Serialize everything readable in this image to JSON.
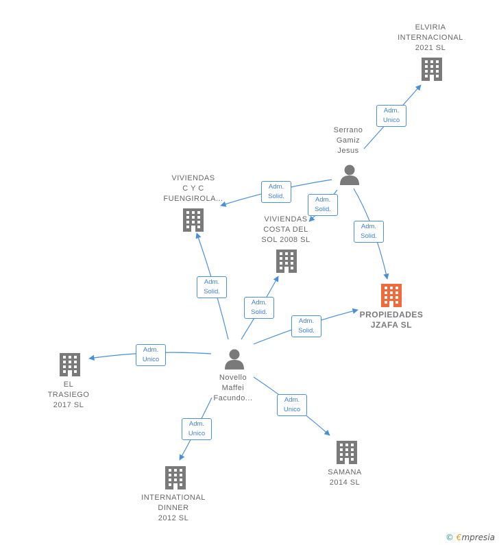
{
  "colors": {
    "edge": "#4a90d9",
    "company": "#7a7a7a",
    "company_main": "#f26a3a",
    "person": "#7a7a7a"
  },
  "nodes": {
    "elviria": [
      "ELVIRIA",
      "INTERNACIONAL",
      "2021  SL"
    ],
    "serrano": [
      "Serrano",
      "Gamiz",
      "Jesus"
    ],
    "viviendas_cyc": [
      "VIVIENDAS",
      "C Y C",
      "FUENGIROLA..."
    ],
    "viviendas_costa": [
      "VIVIENDAS",
      "COSTA DEL",
      "SOL 2008 SL"
    ],
    "propiedades": [
      "PROPIEDADES",
      "JZAFA  SL"
    ],
    "el_trasiego": [
      "EL",
      "TRASIEGO",
      "2017  SL"
    ],
    "novello": [
      "Novello",
      "Maffei",
      "Facundo..."
    ],
    "samana": [
      "SAMANA",
      "2014  SL"
    ],
    "international_dinner": [
      "INTERNATIONAL",
      "DINNER",
      "2012 SL"
    ]
  },
  "edges": {
    "serrano_elviria": [
      "Adm.",
      "Unico"
    ],
    "serrano_cyc": [
      "Adm.",
      "Solid."
    ],
    "serrano_costa": [
      "Adm.",
      "Solid."
    ],
    "serrano_propiedades": [
      "Adm.",
      "Solid."
    ],
    "novello_cyc": [
      "Adm.",
      "Solid."
    ],
    "novello_costa": [
      "Adm.",
      "Solid."
    ],
    "novello_propiedades": [
      "Adm.",
      "Solid."
    ],
    "novello_trasiego": [
      "Adm.",
      "Unico"
    ],
    "novello_dinner": [
      "Adm.",
      "Unico"
    ],
    "novello_samana": [
      "Adm.",
      "Unico"
    ]
  },
  "footer": {
    "copyright_symbol": "©",
    "brand_first": "€",
    "brand_rest": "mpresia"
  }
}
